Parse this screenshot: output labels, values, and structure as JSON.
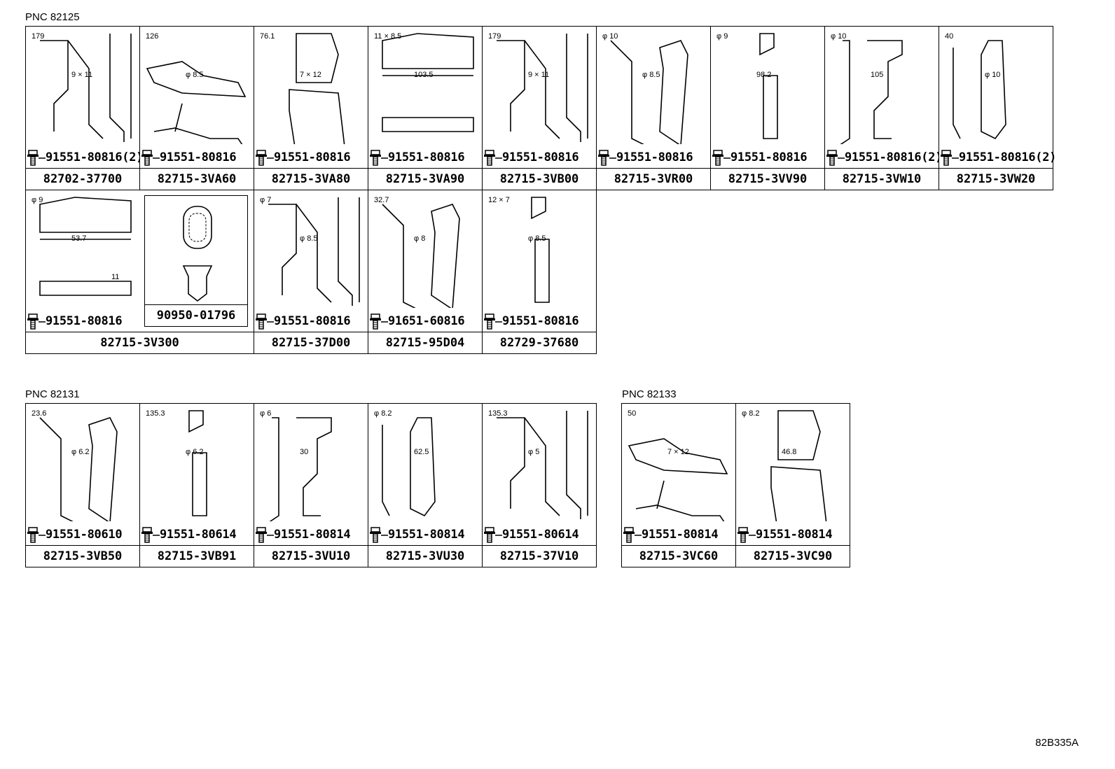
{
  "groups": [
    {
      "pnc": "PNC 82125"
    },
    {
      "pnc": "PNC 82131"
    },
    {
      "pnc": "PNC 82133"
    }
  ],
  "row1": [
    {
      "bolt": "91551-80816(2)",
      "part": "82702-37700",
      "dims": [
        "179",
        "9 × 11"
      ]
    },
    {
      "bolt": "91551-80816",
      "part": "82715-3VA60",
      "dims": [
        "126",
        "φ 8.5"
      ]
    },
    {
      "bolt": "91551-80816",
      "part": "82715-3VA80",
      "dims": [
        "76.1",
        "7 × 12"
      ]
    },
    {
      "bolt": "91551-80816",
      "part": "82715-3VA90",
      "dims": [
        "11 × 8.5",
        "103.5"
      ]
    },
    {
      "bolt": "91551-80816",
      "part": "82715-3VB00",
      "dims": [
        "179",
        "9 × 11"
      ]
    },
    {
      "bolt": "91551-80816",
      "part": "82715-3VR00",
      "dims": [
        "φ 10",
        "φ 8.5"
      ]
    },
    {
      "bolt": "91551-80816",
      "part": "82715-3VV90",
      "dims": [
        "φ 9",
        "98.2"
      ]
    },
    {
      "bolt": "91551-80816(2)",
      "part": "82715-3VW10",
      "dims": [
        "φ 10",
        "105"
      ]
    },
    {
      "bolt": "91551-80816(2)",
      "part": "82715-3VW20",
      "dims": [
        "40",
        "φ 10"
      ]
    }
  ],
  "row2": [
    {
      "bolt": "91551-80816",
      "part": "82715-3V300",
      "dims": [
        "φ 9",
        "53.7",
        "11"
      ],
      "clip": "90950-01796"
    },
    {
      "bolt": "91551-80816",
      "part": "82715-37D00",
      "dims": [
        "φ 7",
        "φ 8.5"
      ]
    },
    {
      "bolt": "91651-60816",
      "part": "82715-95D04",
      "dims": [
        "32.7",
        "φ 8"
      ]
    },
    {
      "bolt": "91551-80816",
      "part": "82729-37680",
      "dims": [
        "12 × 7",
        "φ 8.5"
      ]
    }
  ],
  "row3": [
    {
      "bolt": "91551-80610",
      "part": "82715-3VB50",
      "dims": [
        "23.6",
        "φ 6.2"
      ]
    },
    {
      "bolt": "91551-80614",
      "part": "82715-3VB91",
      "dims": [
        "135.3",
        "φ 6.2"
      ]
    },
    {
      "bolt": "91551-80814",
      "part": "82715-3VU10",
      "dims": [
        "φ 6",
        "30"
      ]
    },
    {
      "bolt": "91551-80814",
      "part": "82715-3VU30",
      "dims": [
        "φ 8.2",
        "62.5"
      ]
    },
    {
      "bolt": "91551-80614",
      "part": "82715-37V10",
      "dims": [
        "135.3",
        "φ 5"
      ]
    }
  ],
  "row4": [
    {
      "bolt": "91551-80814",
      "part": "82715-3VC60",
      "dims": [
        "50",
        "7 × 12"
      ]
    },
    {
      "bolt": "91551-80814",
      "part": "82715-3VC90",
      "dims": [
        "φ 8.2",
        "46.8"
      ]
    }
  ],
  "ref_code": "82B335A"
}
